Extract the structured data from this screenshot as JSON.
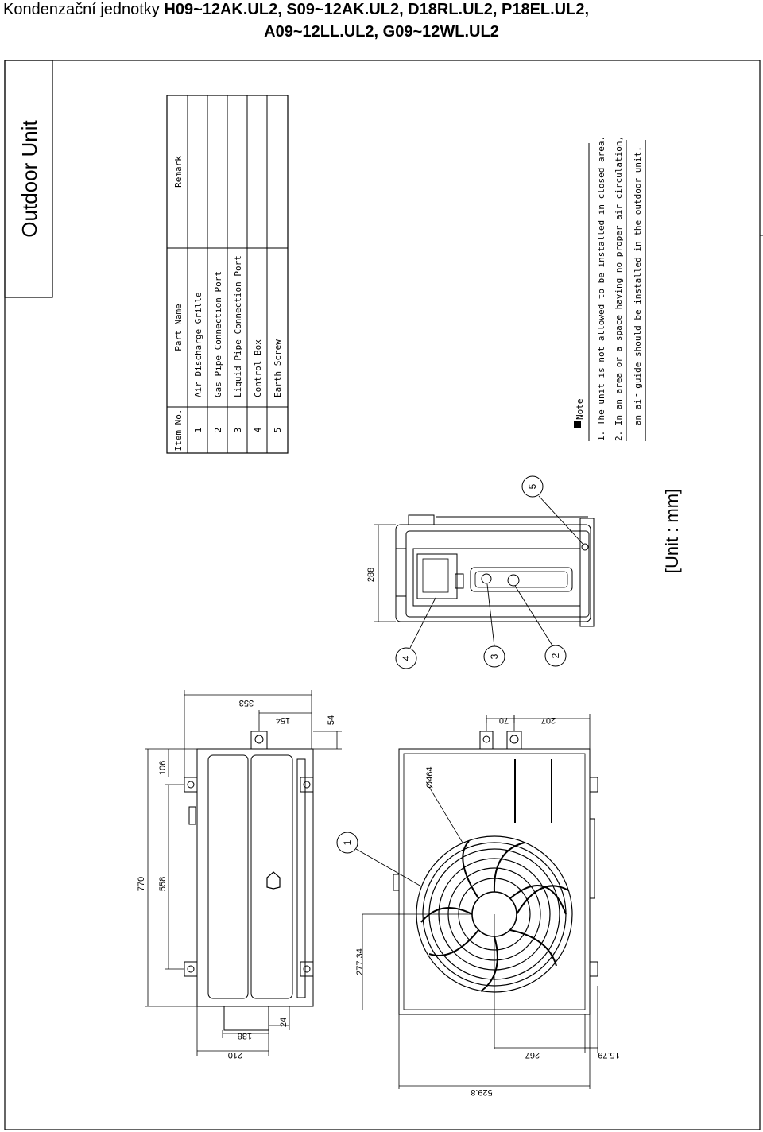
{
  "header": {
    "prefix": "Kondenzační jednotky",
    "models_line1": "H09~12AK.UL2, S09~12AK.UL2, D18RL.UL2, P18EL.UL2,",
    "models_line2": "A09~12LL.UL2, G09~12WL.UL2"
  },
  "drawing": {
    "title": "Outdoor Unit",
    "unit_label": "[Unit : mm]",
    "parts_table": {
      "headers": [
        "Item No.",
        "Part Name",
        "Remark"
      ],
      "rows": [
        {
          "no": "1",
          "name": "Air Discharge Grille",
          "remark": ""
        },
        {
          "no": "2",
          "name": "Gas Pipe Connection Port",
          "remark": ""
        },
        {
          "no": "3",
          "name": "Liquid Pipe Connection Port",
          "remark": ""
        },
        {
          "no": "4",
          "name": "Control Box",
          "remark": ""
        },
        {
          "no": "5",
          "name": "Earth Screw",
          "remark": ""
        }
      ]
    },
    "note": {
      "title": "Note",
      "lines": [
        "1. The unit is not allowed to be installed in closed area.",
        "2. In an area or a space having no proper air circulation,",
        "   an air guide should be installed in the outdoor unit."
      ]
    },
    "callouts": [
      "1",
      "2",
      "3",
      "4",
      "5"
    ],
    "dimensions": {
      "side_height": "288",
      "top_depth": "353",
      "top_154": "154",
      "top_54": "54",
      "top_106": "106",
      "top_770": "770",
      "top_558": "558",
      "top_24": "24",
      "top_138": "138",
      "top_210": "210",
      "front_70": "70",
      "front_207": "207",
      "front_fan_dia": "Ø464",
      "front_277": "277.34",
      "front_267": "267",
      "front_15": "15.79",
      "front_529": "529.8"
    }
  }
}
